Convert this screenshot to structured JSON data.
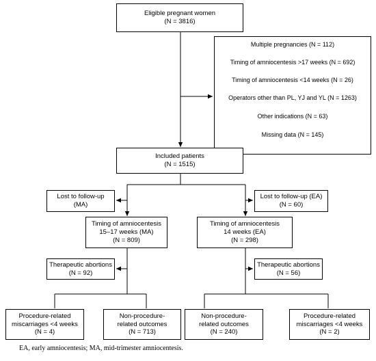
{
  "eligible": {
    "title": "Eligible pregnant women",
    "n": "(N = 3816)"
  },
  "exclusions": [
    "Multiple pregnancies (N = 112)",
    "Timing of amniocentesis >17 weeks (N = 692)",
    "Timing of amniocentesis <14 weeks (N = 26)",
    "Operators other than PL, YJ and YL (N = 1263)",
    "Other indications (N = 63)",
    "Missing data (N = 145)"
  ],
  "included": {
    "title": "Included patients",
    "n": "(N = 1515)"
  },
  "lost_ma": {
    "line1": "Lost to follow-up",
    "line2": "(MA)"
  },
  "lost_ea": {
    "line1": "Lost to follow-up (EA)",
    "line2": "(N = 60)"
  },
  "ma": {
    "line1": "Timing of amniocentesis",
    "line2": "15–17 weeks (MA)",
    "n": "(N = 809)"
  },
  "ea": {
    "line1": "Timing of amniocentesis",
    "line2": "14 weeks (EA)",
    "n": "(N = 298)"
  },
  "ta_ma": {
    "title": "Therapeutic abortions",
    "n": "(N = 92)"
  },
  "ta_ea": {
    "title": "Therapeutic abortions",
    "n": "(N = 56)"
  },
  "ma_proc": {
    "line1": "Procedure-related",
    "line2": "miscarriages <4 weeks",
    "n": "(N = 4)"
  },
  "ma_nonproc": {
    "line1": "Non-procedure-",
    "line2": "related outcomes",
    "n": "(N = 713)"
  },
  "ea_nonproc": {
    "line1": "Non-procedure-",
    "line2": "related outcomes",
    "n": "(N = 240)"
  },
  "ea_proc": {
    "line1": "Procedure-related",
    "line2": "miscarriages <4 weeks",
    "n": "(N = 2)"
  },
  "footnote": "EA, early amniocentesis; MA, mid-trimester amniocentesis."
}
